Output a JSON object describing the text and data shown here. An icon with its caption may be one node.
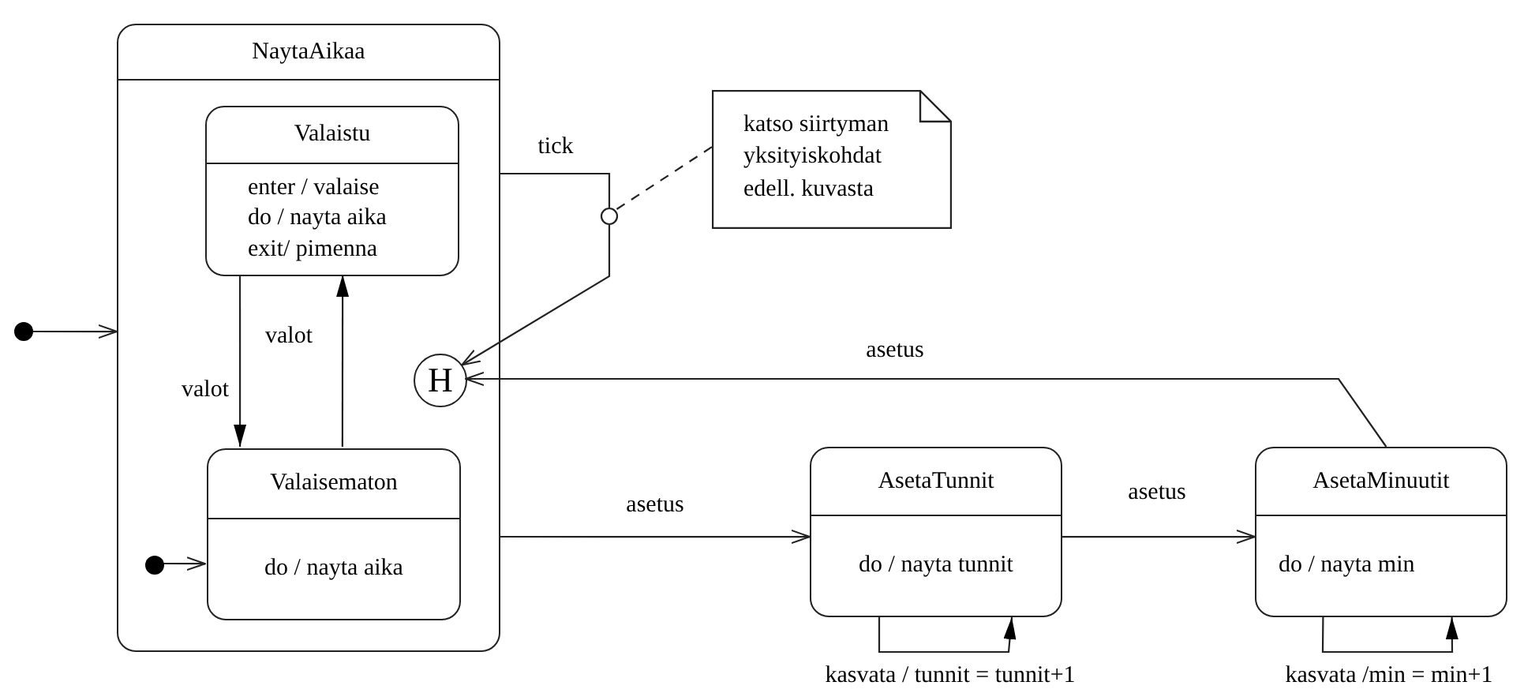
{
  "diagram": {
    "nodes": [
      {
        "text": [
          "NaytaAikaa"
        ]
      },
      {
        "text": [
          "Valaistu",
          "enter / valaise",
          "do / nayta aika",
          "exit/ pimenna"
        ],
        "in": 0
      },
      {
        "text": [
          "Valaisematon",
          "do / nayta aika"
        ],
        "in": 0
      },
      {
        "text": [
          "H"
        ],
        "in": 0
      },
      {
        "text": [],
        "shape": "circle"
      },
      {
        "text": [],
        "shape": "circle",
        "in": 0
      },
      {
        "text": [
          "AsetaTunnit",
          "do / nayta tunnit"
        ]
      },
      {
        "text": [
          "AsetaMinuutit",
          "do / nayta min"
        ]
      },
      {
        "text": [
          "katso siirtyman yksityiskohdat edell. kuvasta"
        ]
      }
    ],
    "edges": [
      {
        "from": 4,
        "to": 0,
        "arrow": "to"
      },
      {
        "from": 5,
        "to": 2,
        "arrow": "to"
      },
      {
        "from": 1,
        "to": 2,
        "arrow": "to",
        "label": "valot"
      },
      {
        "from": 2,
        "to": 1,
        "arrow": "to",
        "label": "valot"
      },
      {
        "from": 0,
        "to": 3,
        "arrow": "to",
        "label": "tick"
      },
      {
        "from": 0,
        "to": 6,
        "arrow": "to",
        "label": "asetus"
      },
      {
        "from": 6,
        "to": 7,
        "arrow": "to",
        "label": "asetus"
      },
      {
        "from": 7,
        "to": 3,
        "arrow": "to",
        "label": "asetus"
      },
      {
        "from": 6,
        "to": 6,
        "arrow": "to",
        "label": "kasvata / tunnit = tunnit+1"
      },
      {
        "from": 7,
        "to": 7,
        "arrow": "to",
        "label": "kasvata /min = min+1"
      },
      {
        "from": 8,
        "to": null,
        "arrow": "none",
        "style": "dashed"
      }
    ]
  }
}
